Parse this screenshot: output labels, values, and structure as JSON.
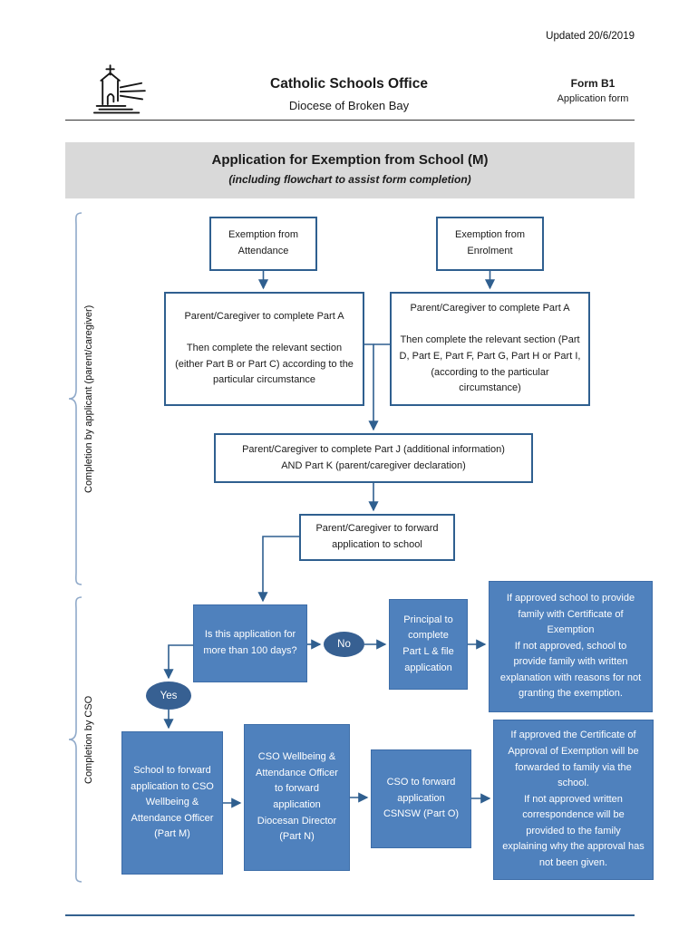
{
  "meta": {
    "updated_label": "Updated 20/6/2019"
  },
  "header": {
    "org_name": "Catholic Schools Office",
    "org_subtitle": "Diocese of Broken Bay",
    "form_code": "Form B1",
    "form_label": "Application form"
  },
  "title_block": {
    "title": "Application for Exemption from School (M)",
    "subtitle": "(including flowchart to assist form completion)"
  },
  "side_labels": {
    "applicant": "Completion by applicant (parent/caregiver)",
    "cso": "Completion by CSO"
  },
  "flowchart": {
    "exemption_attendance": "Exemption from Attendance",
    "exemption_enrolment": "Exemption from Enrolment",
    "part_a_attendance": "Parent/Caregiver to complete Part A\n\nThen complete the relevant section (either Part B or Part C) according to the particular circumstance",
    "part_a_enrolment": "Parent/Caregiver to complete Part A\n\nThen complete the relevant section (Part D, Part E, Part F, Part G, Part H or Part I, (according to the particular circumstance)",
    "part_jk": "Parent/Caregiver to complete Part J (additional information)\nAND Part K (parent/caregiver declaration)",
    "forward_to_school": "Parent/Caregiver to forward application to school",
    "decision_100_days": "Is this application for more than 100 days?",
    "no_label": "No",
    "yes_label": "Yes",
    "principal_part_l": "Principal to complete Part L & file application",
    "school_outcome": "If approved school to provide family with Certificate of Exemption\nIf not approved, school to provide family with written explanation with reasons for not granting the exemption.",
    "forward_cso_part_m": "School to forward application to CSO Wellbeing & Attendance Officer (Part M)",
    "cso_officer_part_n": "CSO Wellbeing & Attendance Officer to forward application Diocesan Director (Part N)",
    "cso_forward_part_o": "CSO to forward application CSNSW (Part O)",
    "cso_outcome": "If approved the Certificate of Approval of Exemption will be forwarded to family via the school.\nIf not approved written correspondence will be provided to the family explaining why the approval has not been given."
  },
  "colors": {
    "box_border": "#2f5f8f",
    "box_fill": "#4f81bd",
    "oval_fill": "#376092",
    "title_bg": "#d9d9d9",
    "arrow": "#2f5f8f"
  }
}
